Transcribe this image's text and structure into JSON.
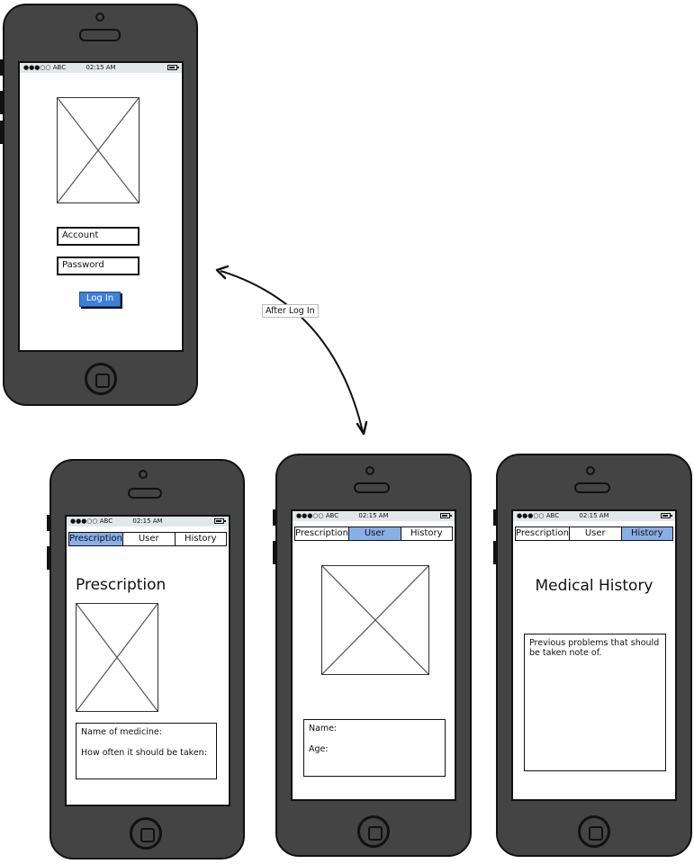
{
  "status_bar": {
    "carrier": "●●●○○ ABC",
    "time": "02:15 AM"
  },
  "login_screen": {
    "account_placeholder": "Account",
    "password_placeholder": "Password",
    "login_button": "Log In"
  },
  "transition_label": "After Log In",
  "tabs": [
    "Prescription",
    "User",
    "History"
  ],
  "prescription_screen": {
    "active_tab": "Prescription",
    "title": "Prescription",
    "fields": [
      "Name of medicine:",
      "How often it should be taken:"
    ]
  },
  "user_screen": {
    "active_tab": "User",
    "fields": [
      "Name:",
      "Age:"
    ]
  },
  "history_screen": {
    "active_tab": "History",
    "title": "Medical History",
    "note": "Previous problems that should be taken note of."
  },
  "colors": {
    "phone_body": "#444444",
    "active_tab": "#8aaee8",
    "button": "#3d7fd9",
    "status_bar": "#e2e7ea"
  }
}
